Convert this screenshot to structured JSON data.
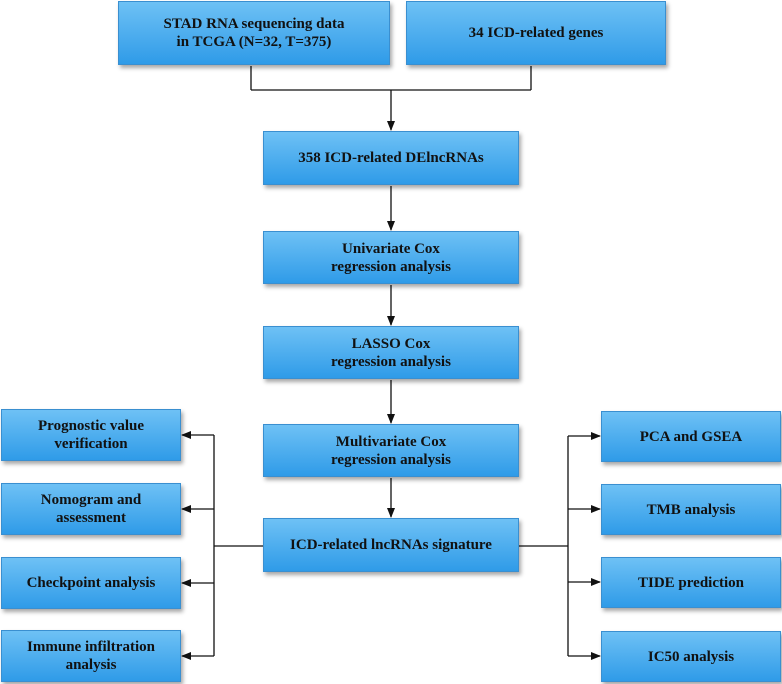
{
  "boxes": {
    "stad": {
      "line1": "STAD RNA sequencing data",
      "line2": "in TCGA (N=32, T=375)"
    },
    "icd_genes": {
      "line1": "34 ICD-related genes"
    },
    "delncrnas": {
      "line1": "358 ICD-related DElncRNAs"
    },
    "univariate": {
      "line1": "Univariate Cox",
      "line2": "regression analysis"
    },
    "lasso": {
      "line1": "LASSO Cox",
      "line2": "regression analysis"
    },
    "multivariate": {
      "line1": "Multivariate Cox",
      "line2": "regression analysis"
    },
    "signature": {
      "line1": "ICD-related lncRNAs signature"
    },
    "prognostic": {
      "line1": "Prognostic value",
      "line2": "verification"
    },
    "nomogram": {
      "line1": "Nomogram and",
      "line2": "assessment"
    },
    "checkpoint": {
      "line1": "Checkpoint analysis"
    },
    "immune": {
      "line1": "Immune infiltration",
      "line2": "analysis"
    },
    "pca": {
      "line1": "PCA and GSEA"
    },
    "tmb": {
      "line1": "TMB analysis"
    },
    "tide": {
      "line1": "TIDE prediction"
    },
    "ic50": {
      "line1": "IC50 analysis"
    }
  },
  "colors": {
    "box_top": "#6ec1f5",
    "box_bottom": "#2f9be8",
    "line": "#111111"
  }
}
